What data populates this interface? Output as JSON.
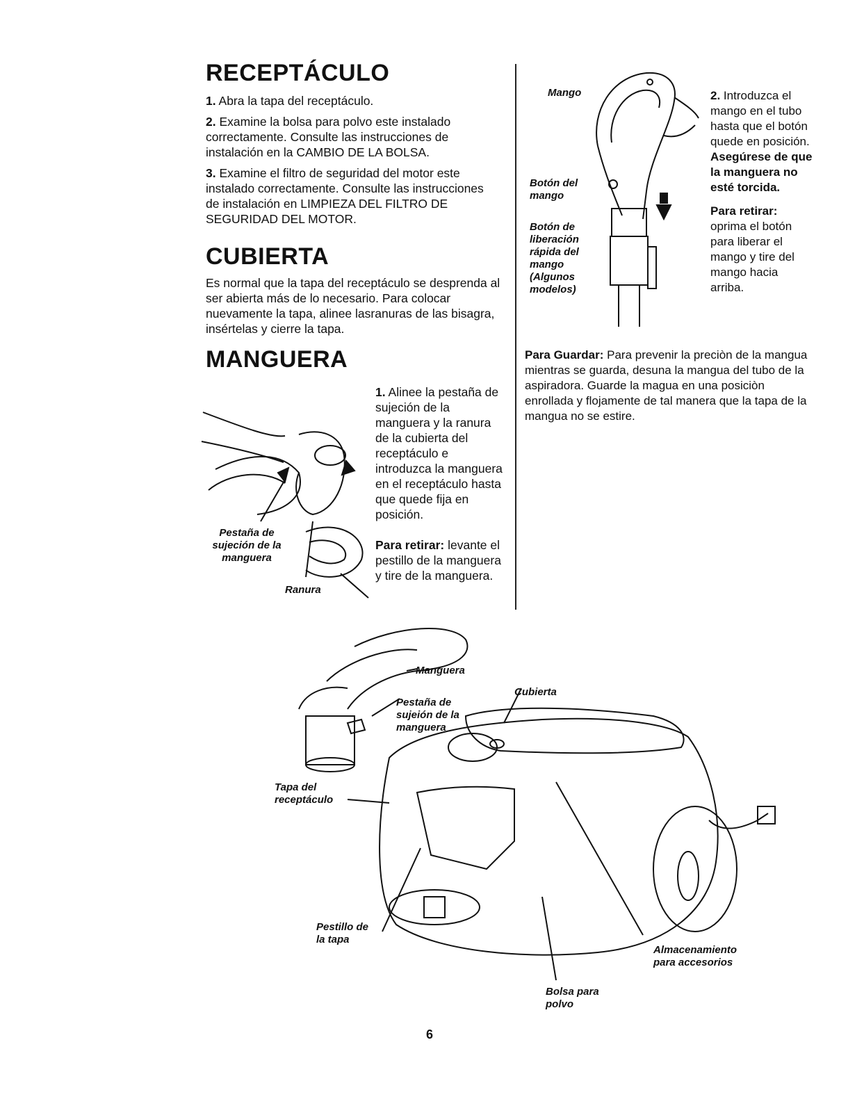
{
  "receptaculo": {
    "heading": "RECEPTÁCULO",
    "step1_num": "1.",
    "step1": "Abra la tapa del receptáculo.",
    "step2_num": "2.",
    "step2": "Examine la bolsa para polvo este instalado correctamente. Consulte las instrucciones de instalación en la CAMBIO DE LA BOLSA.",
    "step3_num": "3.",
    "step3": "Examine el filtro de seguridad del motor este instalado correctamente. Consulte las instrucciones de instalación en LIMPIEZA DEL FILTRO DE SEGURIDAD DEL MOTOR."
  },
  "cubierta": {
    "heading": "CUBIERTA",
    "text": "Es normal que la tapa del receptáculo se desprenda al ser abierta más de lo necesario. Para colocar nuevamente la tapa, alinee lasranuras de las bisagra, insértelas y cierre la tapa."
  },
  "manguera": {
    "heading": "MANGUERA",
    "step1_num": "1.",
    "step1": "Alinee la pestaña de sujeción de la manguera y la ranura de la cubierta del receptáculo e introduzca la manguera en el receptáculo hasta que quede fija en posición.",
    "remove_label": "Para retirar:",
    "remove_text": "levante el pestillo de la manguera y tire de la manguera.",
    "label_tab": "Pestaña de sujeción de la manguera",
    "label_slot": "Ranura"
  },
  "mango": {
    "label_mango": "Mango",
    "label_boton_mango": "Botón del mango",
    "label_boton_liberacion": "Botón de liberación rápida del mango (Algunos modelos)",
    "step2_num": "2.",
    "step2": "Introduzca el mango en el tubo hasta que el botón quede en posición.",
    "step2_bold": "Asegúrese de que la manguera no esté torcida.",
    "remove_label": "Para retirar:",
    "remove_text": "oprima el botón para liberar el mango y tire del mango hacia arriba."
  },
  "guardar": {
    "label": "Para Guardar:",
    "text": "Para prevenir la preciòn de la mangua mientras se guarda, desuna la mangua del tubo de la aspiradora. Guarde la magua en una posiciòn enrollada y flojamente de tal manera que la tapa de la mangua no se estire."
  },
  "diagram": {
    "manguera": "Manguera",
    "pestana": "Pestaña de sujeión de la manguera",
    "cubierta": "Cubierta",
    "tapa": "Tapa del receptáculo",
    "pestillo": "Pestillo de la tapa",
    "almacenamiento": "Almacenamiento para accesorios",
    "bolsa": "Bolsa para polvo"
  },
  "page_number": "6"
}
